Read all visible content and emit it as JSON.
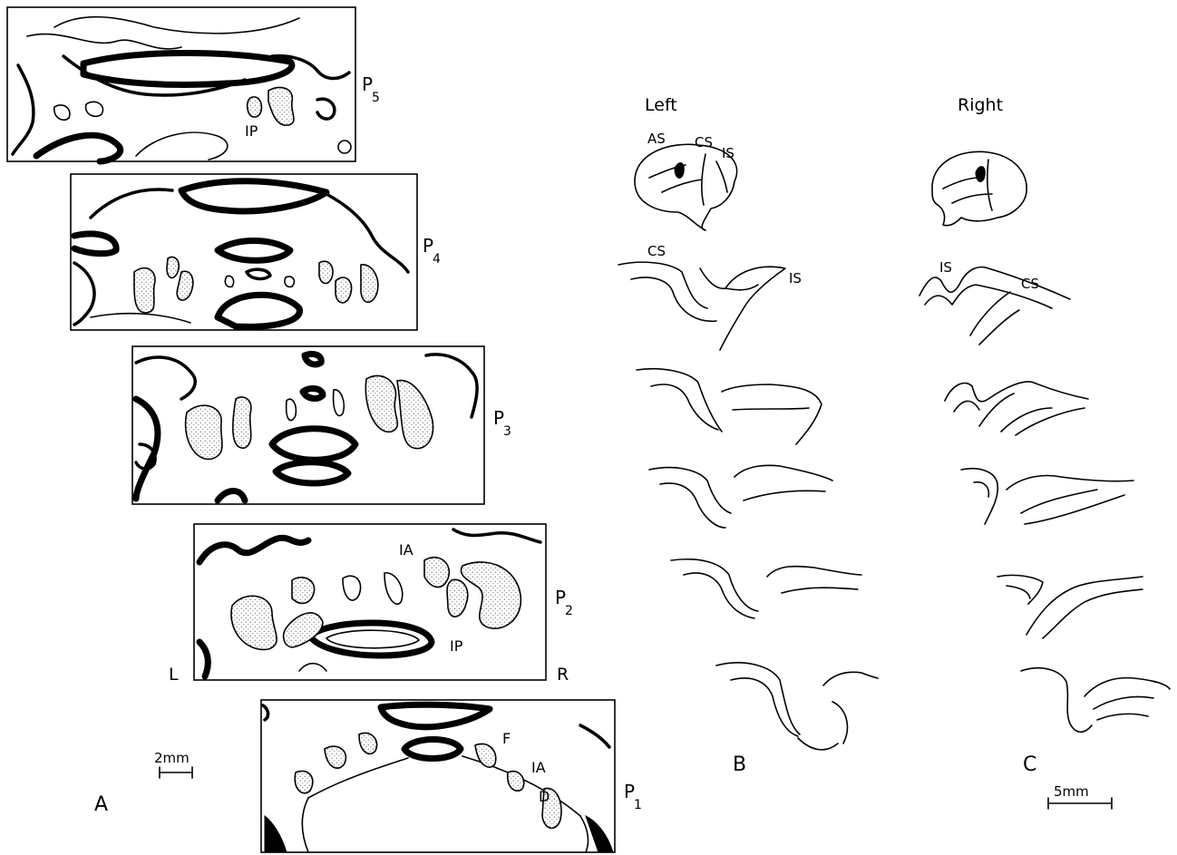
{
  "panels": {
    "a": {
      "letter": "A",
      "scale_bar": "2mm",
      "sections": [
        {
          "label_main": "P",
          "label_sub": "5",
          "region_labels": [
            "IP"
          ]
        },
        {
          "label_main": "P",
          "label_sub": "4",
          "region_labels": []
        },
        {
          "label_main": "P",
          "label_sub": "3",
          "region_labels": []
        },
        {
          "label_main": "P",
          "label_sub": "2",
          "region_labels": [
            "IA",
            "IP"
          ],
          "side_left": "L",
          "side_right": "R"
        },
        {
          "label_main": "P",
          "label_sub": "1",
          "region_labels": [
            "F",
            "IA",
            "D"
          ]
        }
      ]
    },
    "b": {
      "letter": "B",
      "header": "Left",
      "brain_labels": [
        "AS",
        "CS",
        "IS"
      ],
      "section_labels": [
        "CS",
        "IS"
      ]
    },
    "c": {
      "letter": "C",
      "header": "Right",
      "section_labels": [
        "IS",
        "CS"
      ],
      "scale_bar": "5mm"
    }
  },
  "colors": {
    "ink": "#000000",
    "background": "#ffffff",
    "stipple": "#777777"
  }
}
